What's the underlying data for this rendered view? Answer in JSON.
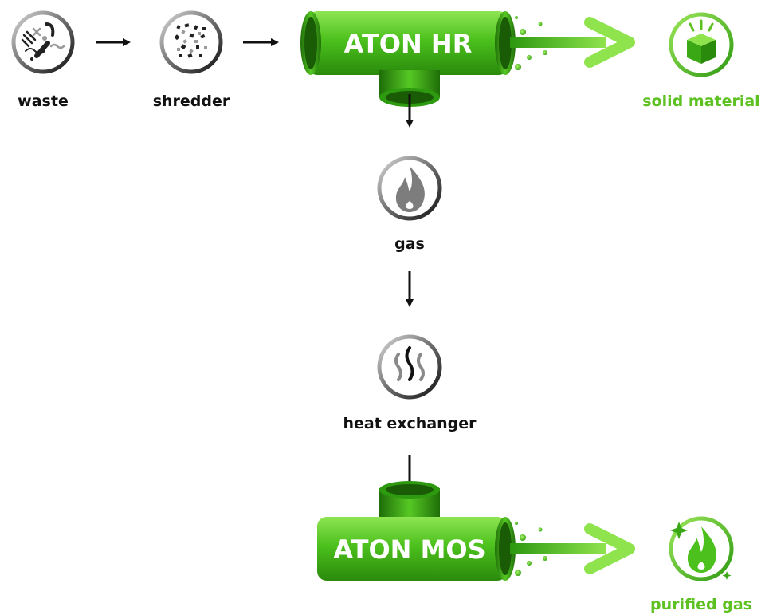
{
  "nodes": {
    "waste": "waste",
    "shredder": "shredder",
    "reactor": "ATON HR",
    "solid": "solid material",
    "gas": "gas",
    "exchanger": "heat exchanger",
    "purifier": "ATON MOS",
    "purified": "purified gas"
  },
  "colors": {
    "green": "#4fc21f",
    "green_dark": "#2e8f0f",
    "green_light": "#8be04a",
    "green_text": "#5cc121",
    "ink": "#111111",
    "grey": "#8a8a8a"
  },
  "icons": {
    "waste": "waste-debris-icon",
    "shredder": "shredded-pieces-icon",
    "solid": "solid-cube-icon",
    "gas": "flame-icon",
    "exchanger": "heat-waves-icon",
    "purified": "purified-flame-icon"
  }
}
